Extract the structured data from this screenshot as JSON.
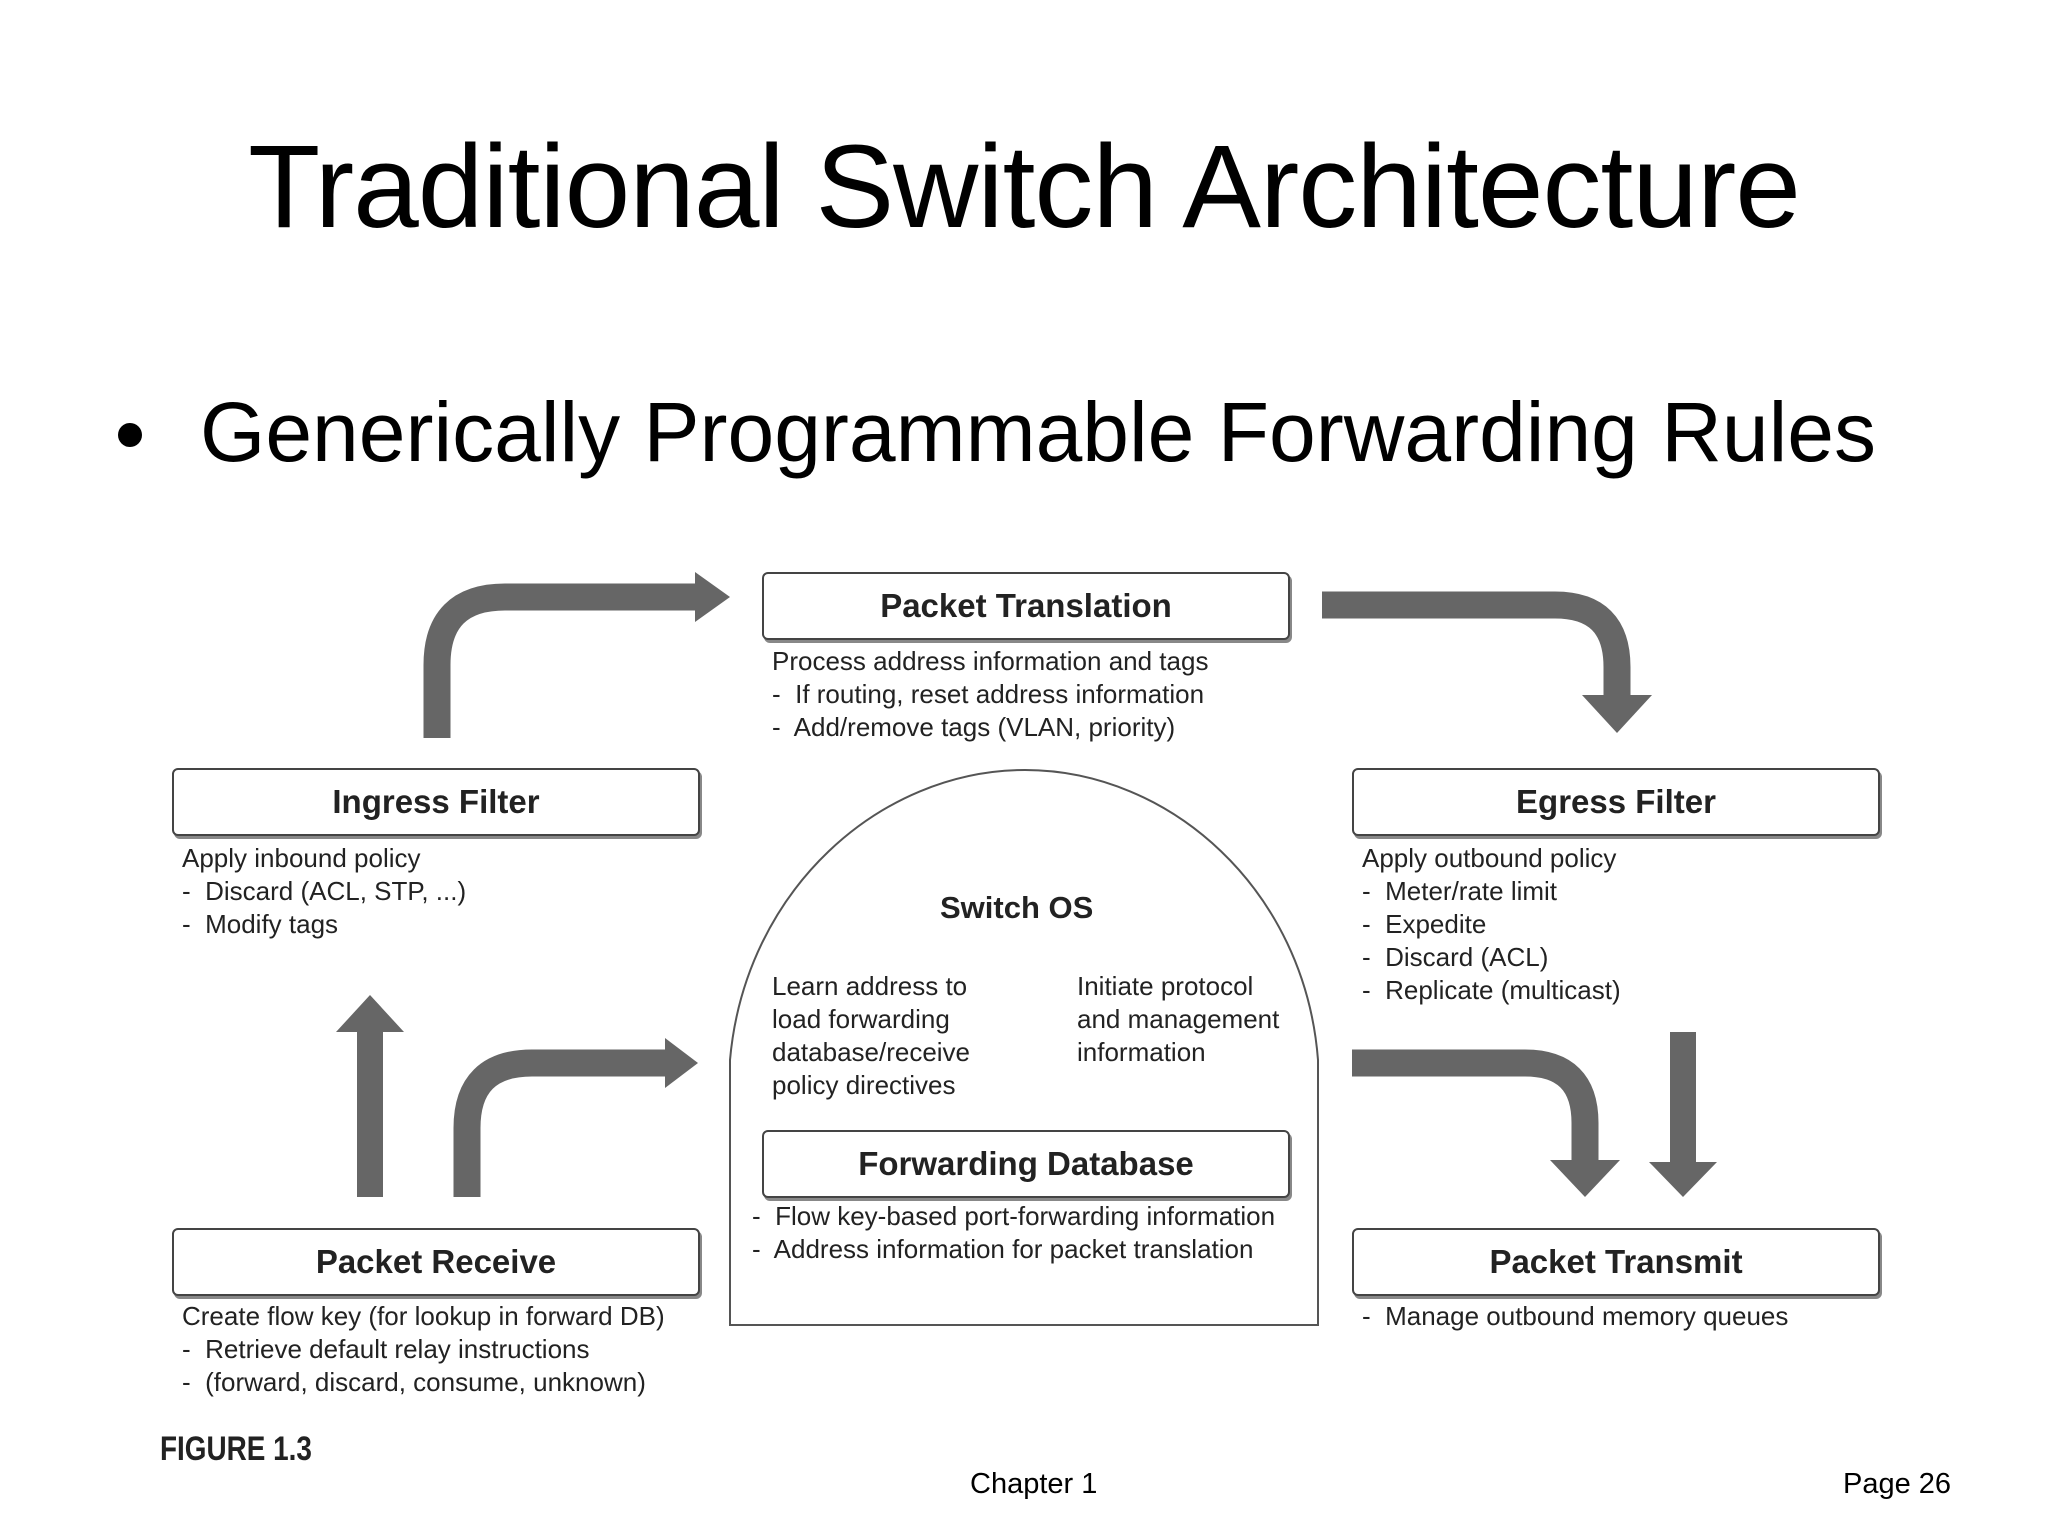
{
  "slide": {
    "title": "Traditional Switch Architecture",
    "bullet": "Generically Programmable Forwarding Rules"
  },
  "diagram": {
    "packet_translation": {
      "label": "Packet Translation",
      "desc": "Process address information and tags\n-  If routing, reset address information\n-  Add/remove tags (VLAN, priority)"
    },
    "ingress_filter": {
      "label": "Ingress Filter",
      "desc": "Apply inbound policy\n-  Discard (ACL, STP, ...)\n-  Modify tags"
    },
    "egress_filter": {
      "label": "Egress Filter",
      "desc": "Apply outbound policy\n-  Meter/rate limit\n-  Expedite\n-  Discard (ACL)\n-  Replicate (multicast)"
    },
    "switch_os": {
      "title": "Switch OS",
      "left_text": "Learn address to\nload forwarding\ndatabase/receive\npolicy directives",
      "right_text": "Initiate protocol\nand management\ninformation"
    },
    "forwarding_database": {
      "label": "Forwarding Database",
      "desc": "-  Flow key-based port-forwarding information\n-  Address information for packet translation"
    },
    "packet_receive": {
      "label": "Packet Receive",
      "desc": "Create flow key (for lookup in forward DB)\n-  Retrieve default relay instructions\n-  (forward, discard, consume, unknown)"
    },
    "packet_transmit": {
      "label": "Packet Transmit",
      "desc": "-  Manage outbound memory queues"
    },
    "figure_label": "FIGURE 1.3"
  },
  "footer": {
    "chapter": "Chapter 1",
    "page": "Page 26"
  },
  "colors": {
    "arrow": "#666666",
    "box_border": "#444444"
  }
}
